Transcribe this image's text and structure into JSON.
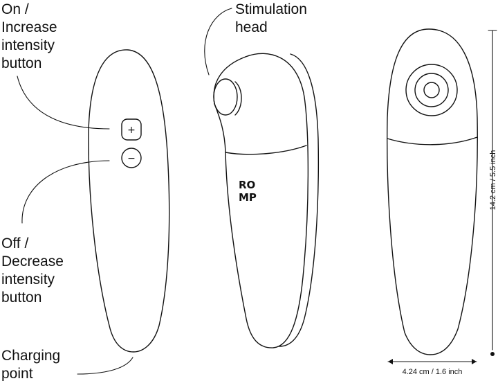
{
  "labels": {
    "on_increase": [
      "On /",
      "Increase",
      "intensity",
      "button"
    ],
    "off_decrease": [
      "Off /",
      "Decrease",
      "intensity",
      "button"
    ],
    "charging": [
      "Charging",
      "point"
    ],
    "stimulation": [
      "Stimulation",
      "head"
    ]
  },
  "logo": [
    "RO",
    "MP"
  ],
  "buttons": {
    "plus": "+",
    "minus": "−"
  },
  "dimensions": {
    "height": "14.2 cm / 5.5 inch",
    "width": "4.24 cm / 1.6 inch"
  },
  "colors": {
    "line": "#111111",
    "background": "#ffffff"
  }
}
